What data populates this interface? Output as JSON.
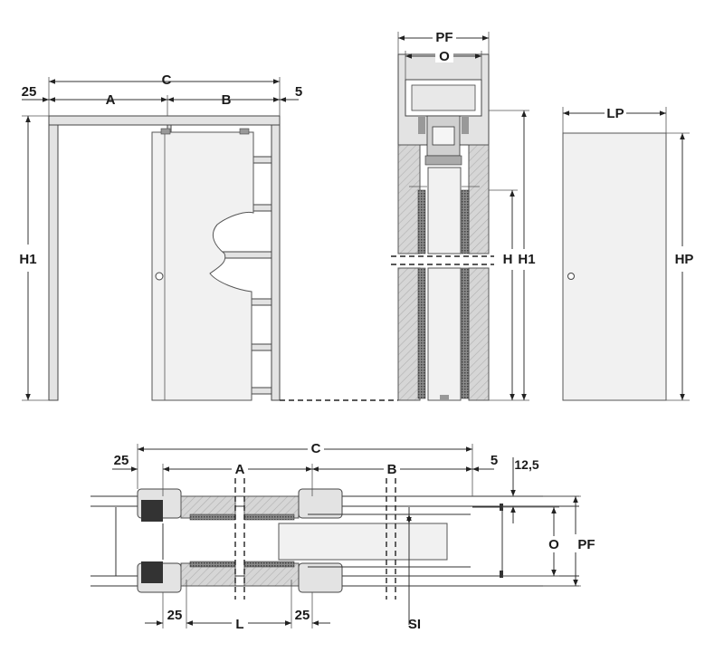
{
  "labels": {
    "front_c": "C",
    "front_25": "25",
    "front_a": "A",
    "front_b": "B",
    "front_5": "5",
    "front_h1": "H1",
    "sec_pf": "PF",
    "sec_o": "O",
    "sec_h": "H",
    "sec_h1": "H1",
    "door_lp": "LP",
    "door_hp": "HP",
    "plan_c": "C",
    "plan_25_top": "25",
    "plan_a": "A",
    "plan_b": "B",
    "plan_5": "5",
    "plan_12_5": "12,5",
    "plan_o": "O",
    "plan_pf": "PF",
    "plan_25_left": "25",
    "plan_l": "L",
    "plan_25_right": "25",
    "plan_si": "SI"
  },
  "colors": {
    "line": "#333333",
    "frame_fill": "#e3e3e3",
    "door_fill": "#f1f1f1",
    "wall_hatch": "#bdbdbd"
  }
}
